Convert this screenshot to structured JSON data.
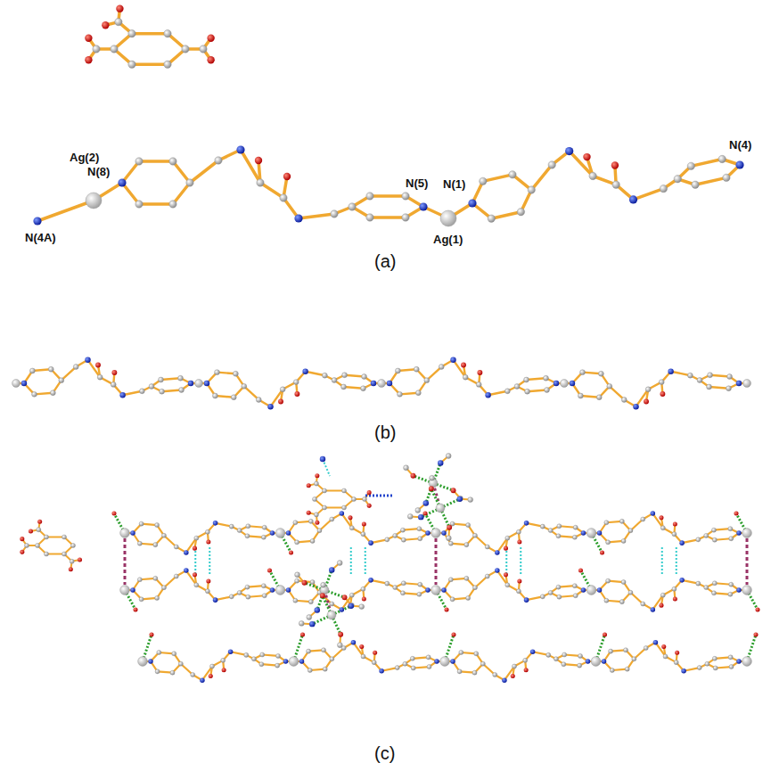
{
  "diagram": {
    "labels": [
      "Ag(2)",
      "N(8)",
      "N(4A)",
      "N(1)",
      "N(5)",
      "Ag(1)",
      "N(4)",
      "(a)",
      "(b)",
      "(c)"
    ]
  }
}
